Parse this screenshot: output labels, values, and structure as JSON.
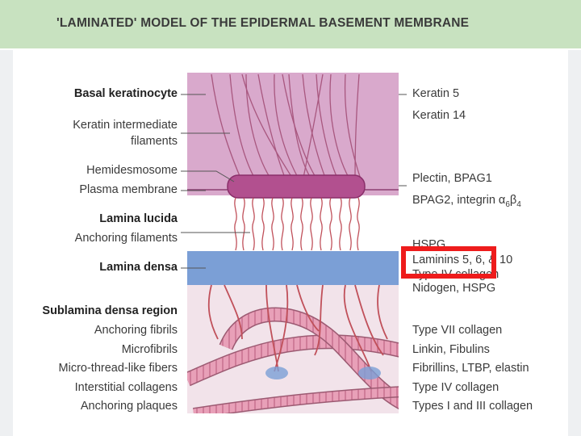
{
  "title": "'LAMINATED' MODEL OF THE EPIDERMAL BASEMENT MEMBRANE",
  "left_labels": {
    "basal_keratinocyte": "Basal keratinocyte",
    "keratin_if_1": "Keratin intermediate",
    "keratin_if_2": "filaments",
    "hemidesmosome": "Hemidesmosome",
    "plasma_membrane": "Plasma membrane",
    "lamina_lucida": "Lamina lucida",
    "anchoring_filaments": "Anchoring filaments",
    "lamina_densa": "Lamina densa",
    "sublamina_densa": "Sublamina densa region",
    "anchoring_fibrils": "Anchoring fibrils",
    "microfibrils": "Microfibrils",
    "micro_thread": "Micro-thread-like fibers",
    "interstitial_collagens": "Interstitial collagens",
    "anchoring_plaques": "Anchoring plaques"
  },
  "right_labels": {
    "keratin5": "Keratin 5",
    "keratin14": "Keratin 14",
    "plectin": "Plectin, BPAG1",
    "bpag2_prefix": "BPAG2, integrin α",
    "bpag2_sub1": "6",
    "bpag2_mid": "β",
    "bpag2_sub2": "4",
    "hspg": "HSPG",
    "laminins": "Laminins 5, 6, & 10",
    "type4_lamina": "Type IV collagen",
    "nidogen": "Nidogen, HSPG",
    "type7": "Type VII collagen",
    "linkin": "Linkin, Fibulins",
    "fibrillins": "Fibrillins, LTBP, elastin",
    "type4": "Type IV collagen",
    "types1_3": "Types I and III collagen"
  },
  "colors": {
    "cell": "#d9a9cc",
    "hemidesmosome": "#b2508f",
    "lamina_densa": "#7b9fd6",
    "sublamina": "#f2e3ea",
    "fiber": "#e8a0b8",
    "anchor_fibril": "#c0505a",
    "highlight": "#ee1c1c"
  }
}
